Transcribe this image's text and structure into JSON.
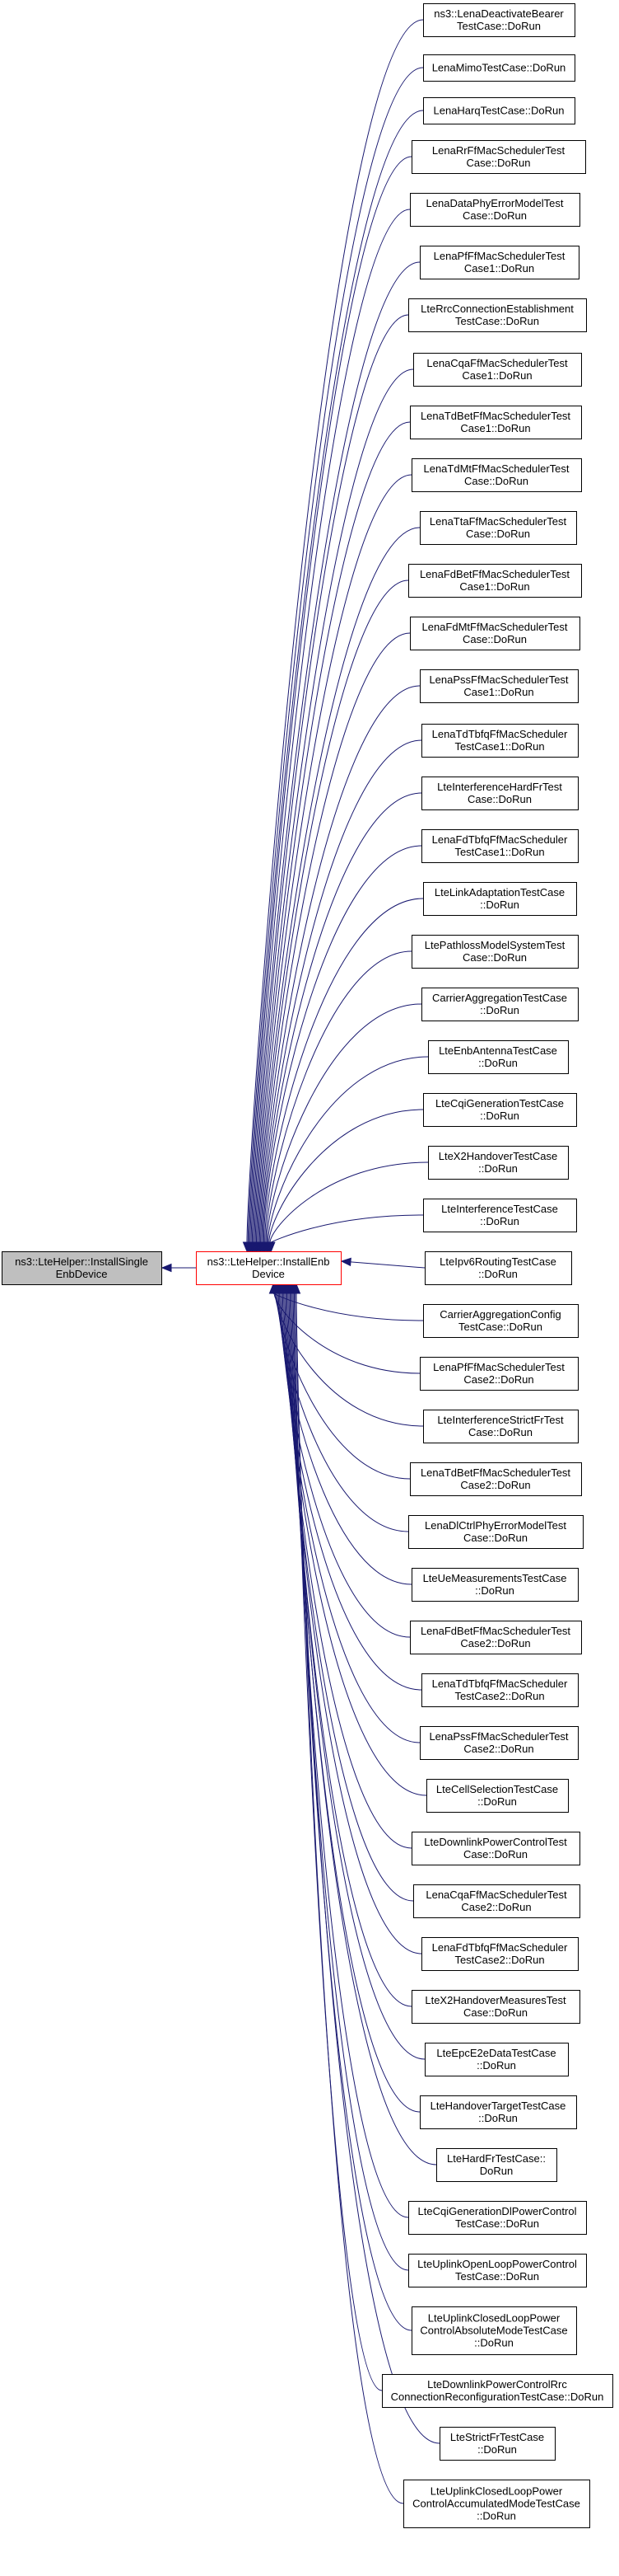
{
  "colors": {
    "edge": "#191970",
    "node_border": "#000000",
    "highlight_border": "#ff0000",
    "root_fill": "#bfbfbf",
    "node_fill": "#ffffff",
    "text": "#000000"
  },
  "root": {
    "lines": [
      "ns3::LteHelper::InstallSingle",
      "EnbDevice"
    ]
  },
  "center": {
    "lines": [
      "ns3::LteHelper::InstallEnb",
      "Device"
    ]
  },
  "callers": [
    {
      "lines": [
        "ns3::LenaDeactivateBearer",
        "TestCase::DoRun"
      ]
    },
    {
      "lines": [
        "LenaMimoTestCase::DoRun"
      ]
    },
    {
      "lines": [
        "LenaHarqTestCase::DoRun"
      ]
    },
    {
      "lines": [
        "LenaRrFfMacSchedulerTest",
        "Case::DoRun"
      ]
    },
    {
      "lines": [
        "LenaDataPhyErrorModelTest",
        "Case::DoRun"
      ]
    },
    {
      "lines": [
        "LenaPfFfMacSchedulerTest",
        "Case1::DoRun"
      ]
    },
    {
      "lines": [
        "LteRrcConnectionEstablishment",
        "TestCase::DoRun"
      ]
    },
    {
      "lines": [
        "LenaCqaFfMacSchedulerTest",
        "Case1::DoRun"
      ]
    },
    {
      "lines": [
        "LenaTdBetFfMacSchedulerTest",
        "Case1::DoRun"
      ]
    },
    {
      "lines": [
        "LenaTdMtFfMacSchedulerTest",
        "Case::DoRun"
      ]
    },
    {
      "lines": [
        "LenaTtaFfMacSchedulerTest",
        "Case::DoRun"
      ]
    },
    {
      "lines": [
        "LenaFdBetFfMacSchedulerTest",
        "Case1::DoRun"
      ]
    },
    {
      "lines": [
        "LenaFdMtFfMacSchedulerTest",
        "Case::DoRun"
      ]
    },
    {
      "lines": [
        "LenaPssFfMacSchedulerTest",
        "Case1::DoRun"
      ]
    },
    {
      "lines": [
        "LenaTdTbfqFfMacScheduler",
        "TestCase1::DoRun"
      ]
    },
    {
      "lines": [
        "LteInterferenceHardFrTest",
        "Case::DoRun"
      ]
    },
    {
      "lines": [
        "LenaFdTbfqFfMacScheduler",
        "TestCase1::DoRun"
      ]
    },
    {
      "lines": [
        "LteLinkAdaptationTestCase",
        "::DoRun"
      ]
    },
    {
      "lines": [
        "LtePathlossModelSystemTest",
        "Case::DoRun"
      ]
    },
    {
      "lines": [
        "CarrierAggregationTestCase",
        "::DoRun"
      ]
    },
    {
      "lines": [
        "LteEnbAntennaTestCase",
        "::DoRun"
      ]
    },
    {
      "lines": [
        "LteCqiGenerationTestCase",
        "::DoRun"
      ]
    },
    {
      "lines": [
        "LteX2HandoverTestCase",
        "::DoRun"
      ]
    },
    {
      "lines": [
        "LteInterferenceTestCase",
        "::DoRun"
      ]
    },
    {
      "lines": [
        "LteIpv6RoutingTestCase",
        "::DoRun"
      ]
    },
    {
      "lines": [
        "CarrierAggregationConfig",
        "TestCase::DoRun"
      ]
    },
    {
      "lines": [
        "LenaPfFfMacSchedulerTest",
        "Case2::DoRun"
      ]
    },
    {
      "lines": [
        "LteInterferenceStrictFrTest",
        "Case::DoRun"
      ]
    },
    {
      "lines": [
        "LenaTdBetFfMacSchedulerTest",
        "Case2::DoRun"
      ]
    },
    {
      "lines": [
        "LenaDlCtrlPhyErrorModelTest",
        "Case::DoRun"
      ]
    },
    {
      "lines": [
        "LteUeMeasurementsTestCase",
        "::DoRun"
      ]
    },
    {
      "lines": [
        "LenaFdBetFfMacSchedulerTest",
        "Case2::DoRun"
      ]
    },
    {
      "lines": [
        "LenaTdTbfqFfMacScheduler",
        "TestCase2::DoRun"
      ]
    },
    {
      "lines": [
        "LenaPssFfMacSchedulerTest",
        "Case2::DoRun"
      ]
    },
    {
      "lines": [
        "LteCellSelectionTestCase",
        "::DoRun"
      ]
    },
    {
      "lines": [
        "LteDownlinkPowerControlTest",
        "Case::DoRun"
      ]
    },
    {
      "lines": [
        "LenaCqaFfMacSchedulerTest",
        "Case2::DoRun"
      ]
    },
    {
      "lines": [
        "LenaFdTbfqFfMacScheduler",
        "TestCase2::DoRun"
      ]
    },
    {
      "lines": [
        "LteX2HandoverMeasuresTest",
        "Case::DoRun"
      ]
    },
    {
      "lines": [
        "LteEpcE2eDataTestCase",
        "::DoRun"
      ]
    },
    {
      "lines": [
        "LteHandoverTargetTestCase",
        "::DoRun"
      ]
    },
    {
      "lines": [
        "LteHardFrTestCase::",
        "DoRun"
      ]
    },
    {
      "lines": [
        "LteCqiGenerationDlPowerControl",
        "TestCase::DoRun"
      ]
    },
    {
      "lines": [
        "LteUplinkOpenLoopPowerControl",
        "TestCase::DoRun"
      ]
    },
    {
      "lines": [
        "LteUplinkClosedLoopPower",
        "ControlAbsoluteModeTestCase",
        "::DoRun"
      ]
    },
    {
      "lines": [
        "LteDownlinkPowerControlRrc",
        "ConnectionReconfigurationTestCase::DoRun"
      ]
    },
    {
      "lines": [
        "LteStrictFrTestCase",
        "::DoRun"
      ]
    },
    {
      "lines": [
        "LteUplinkClosedLoopPower",
        "ControlAccumulatedModeTestCase",
        "::DoRun"
      ]
    }
  ]
}
